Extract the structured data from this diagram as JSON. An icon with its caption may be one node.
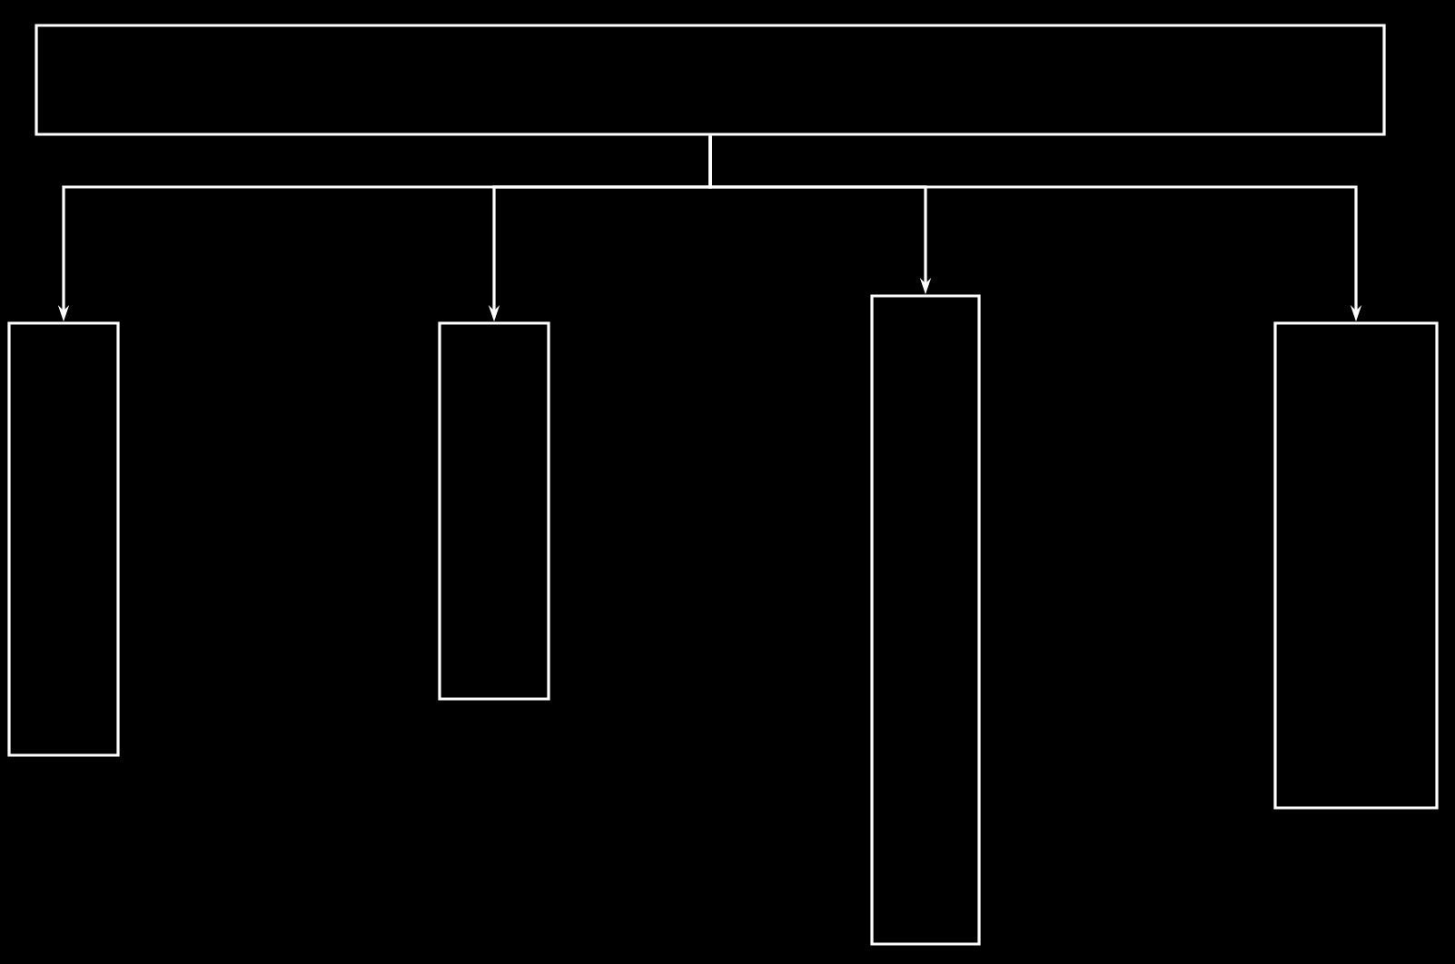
{
  "diagram": {
    "nodes": [
      {
        "text": [],
        "shape": "box"
      },
      {
        "text": [],
        "shape": "box"
      },
      {
        "text": [],
        "shape": "box"
      },
      {
        "text": [],
        "shape": "box"
      },
      {
        "text": [],
        "shape": "box"
      }
    ],
    "edges": [
      {
        "from": 0,
        "to": 1,
        "arrow": "to"
      },
      {
        "from": 0,
        "to": 2,
        "arrow": "to"
      },
      {
        "from": 0,
        "to": 3,
        "arrow": "to"
      },
      {
        "from": 0,
        "to": 4,
        "arrow": "to"
      }
    ]
  }
}
